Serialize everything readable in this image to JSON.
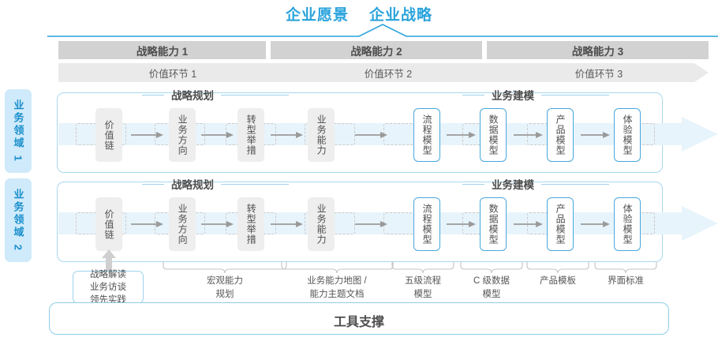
{
  "header": {
    "vision": "企业愿景",
    "strategy": "企业战略"
  },
  "capabilities": [
    {
      "label": "战略能力 1"
    },
    {
      "label": "战略能力 2"
    },
    {
      "label": "战略能力 3"
    }
  ],
  "value_stages": [
    {
      "label": "价值环节 1"
    },
    {
      "label": "价值环节 2"
    },
    {
      "label": "价值环节 3"
    }
  ],
  "domains": [
    {
      "label": "业务领域 1"
    },
    {
      "label": "业务领域 2"
    }
  ],
  "sections": {
    "planning": "战略规划",
    "modeling": "业务建模"
  },
  "nodes": {
    "planning": [
      {
        "label": "价值链"
      },
      {
        "label": "业务方向"
      },
      {
        "label": "转型举措"
      },
      {
        "label": "业务能力"
      }
    ],
    "modeling": [
      {
        "label": "流程模型"
      },
      {
        "label": "数据模型"
      },
      {
        "label": "产品模型"
      },
      {
        "label": "体验模型"
      }
    ]
  },
  "callout": {
    "line1": "战略解读",
    "line2": "业务访谈",
    "line3": "领先实践"
  },
  "captions": [
    {
      "line1": "宏观能力",
      "line2": "规划"
    },
    {
      "line1": "业务能力地图 /",
      "line2": "能力主题文档"
    },
    {
      "line1": "五级流程",
      "line2": "模型"
    },
    {
      "line1": "C 级数据",
      "line2": "模型"
    },
    {
      "line1": "产品模板",
      "line2": ""
    },
    {
      "line1": "界面标准",
      "line2": ""
    }
  ],
  "footer": {
    "tool_support": "工具支撑"
  },
  "colors": {
    "accent": "#29a3dc",
    "node_border": "#49a8dd",
    "bar_gray": "#d2d2d2",
    "chevron_gray": "#eaeaea",
    "band_blue": "#e8f4fb",
    "domain_tab": "#cfeafa"
  }
}
